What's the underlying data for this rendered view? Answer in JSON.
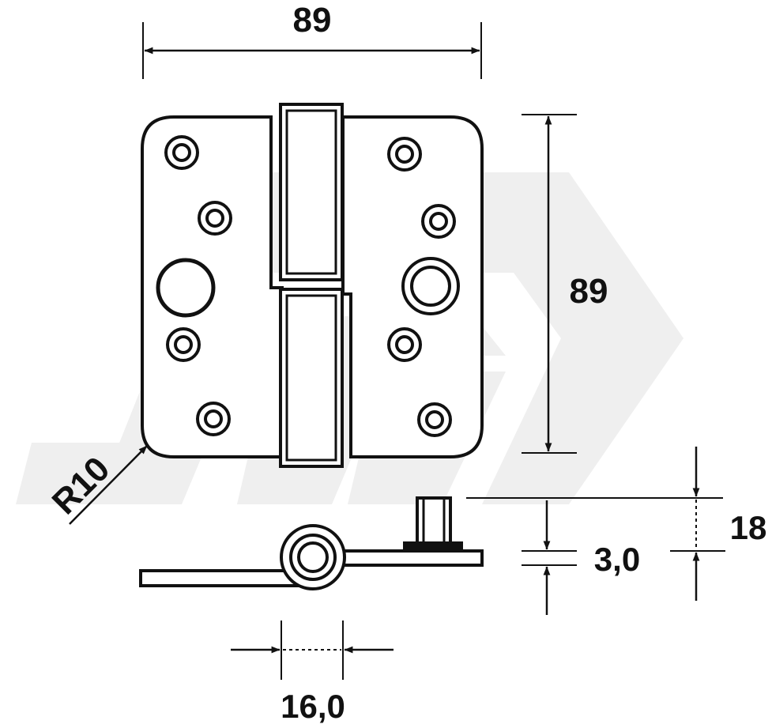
{
  "drawing": {
    "width_label": "89",
    "height_label": "89",
    "radius_label": "R10",
    "pin_offset_label": "16,0",
    "thickness_label": "3,0",
    "total_height_label": "18"
  },
  "colors": {
    "line": "#111111",
    "watermark": "#efefef",
    "background": "#ffffff"
  }
}
